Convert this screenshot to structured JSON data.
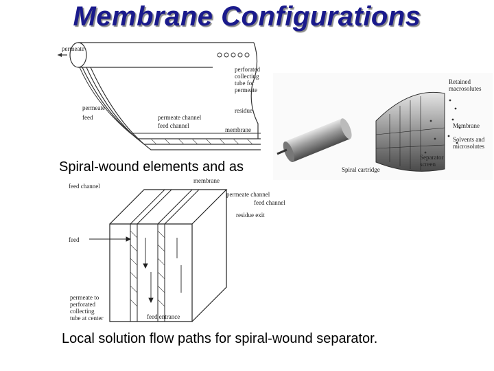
{
  "slide": {
    "title": "Membrane Configurations",
    "caption_top": "Spiral-wound elements and as",
    "caption_bottom": "Local solution flow paths for spiral-wound separator."
  },
  "figure_top_left": {
    "labels": {
      "permeate": "permeate",
      "perforated": "perforated",
      "collecting": "collecting",
      "tube_for": "tube for",
      "permeate_tube": "permeate",
      "feed": "feed",
      "permeate_low": "permeate",
      "residue": "residue",
      "permeate_channel": "permeate channel",
      "feed_channel": "feed channel",
      "membrane": "membrane"
    }
  },
  "figure_top_right": {
    "labels": {
      "retained": "Retained",
      "macrosolutes": "macrosolutes",
      "membrane": "Membrane",
      "solvents": "Solvents and",
      "microsolutes": "microsolutes",
      "separator": "Separator",
      "screen": "screen",
      "spiral_cartridge": "Spiral cartridge"
    }
  },
  "figure_bottom": {
    "labels": {
      "membrane": "membrane",
      "feed_channel_top": "feed channel",
      "permeate_channel": "permeate channel",
      "feed_channel_right": "feed channel",
      "residue_exit": "residue exit",
      "feed": "feed",
      "permeate_to": "permeate to",
      "perforated": "perforated",
      "collecting": "collecting",
      "tube_at_center": "tube at center",
      "feed_entrance": "feed entrance"
    }
  }
}
